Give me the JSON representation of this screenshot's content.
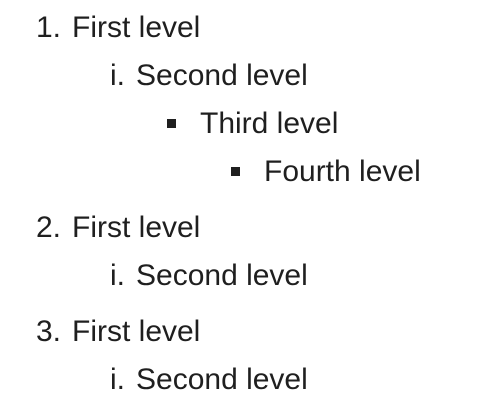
{
  "list": {
    "items": [
      {
        "marker": "1.",
        "label": "First level",
        "children": [
          {
            "marker": "i.",
            "label": "Second level",
            "children": [
              {
                "marker": "square",
                "label": "Third level",
                "children": [
                  {
                    "marker": "square",
                    "label": "Fourth level"
                  }
                ]
              }
            ]
          }
        ]
      },
      {
        "marker": "2.",
        "label": "First level",
        "children": [
          {
            "marker": "i.",
            "label": "Second level"
          }
        ]
      },
      {
        "marker": "3.",
        "label": "First level",
        "children": [
          {
            "marker": "i.",
            "label": "Second level"
          }
        ]
      }
    ]
  }
}
